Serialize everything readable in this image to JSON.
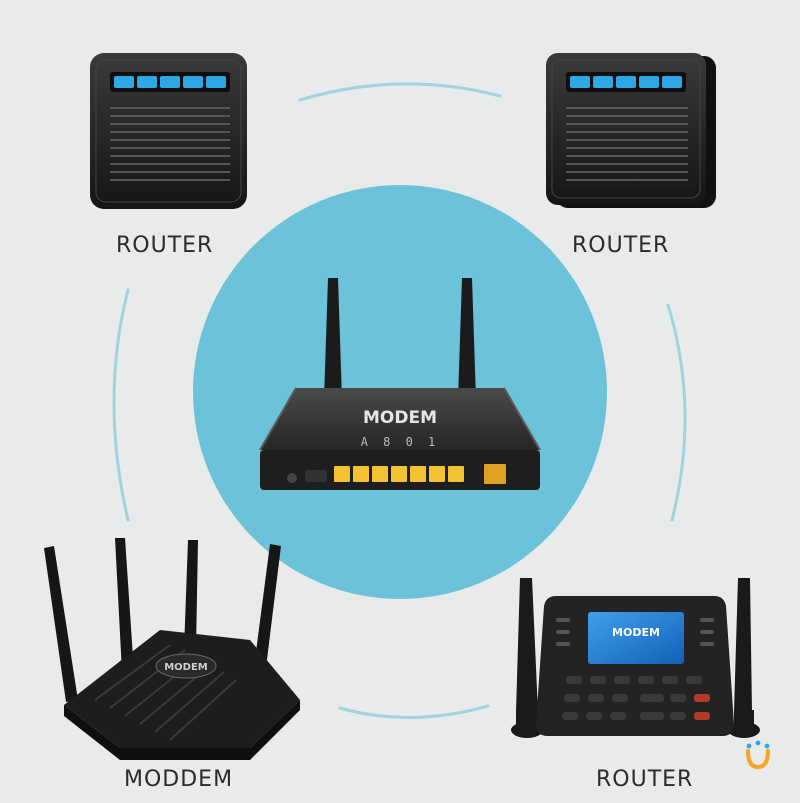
{
  "colors": {
    "background": "#e9eaea",
    "center_circle": "#6cc2d8",
    "arc": "#9fd3e0",
    "device_dark": "#1f1f1f",
    "port_yellow": "#f2c230",
    "led_blue": "#2ea7e6",
    "badge_orange": "#f4a524"
  },
  "nodes": {
    "top_left": {
      "label": "ROUTER",
      "icon": "router-box-icon"
    },
    "top_right": {
      "label": "ROUTER",
      "icon": "router-box-icon"
    },
    "center": {
      "label": "MODEM",
      "sub": "A 8 0 1",
      "icon": "modem-icon"
    },
    "bottom_left": {
      "label": "MODDEM",
      "badge": "MODEM",
      "icon": "wifi-router-icon"
    },
    "bottom_right": {
      "label": "ROUTER",
      "screen": "MODEM",
      "icon": "desk-phone-router-icon"
    }
  }
}
